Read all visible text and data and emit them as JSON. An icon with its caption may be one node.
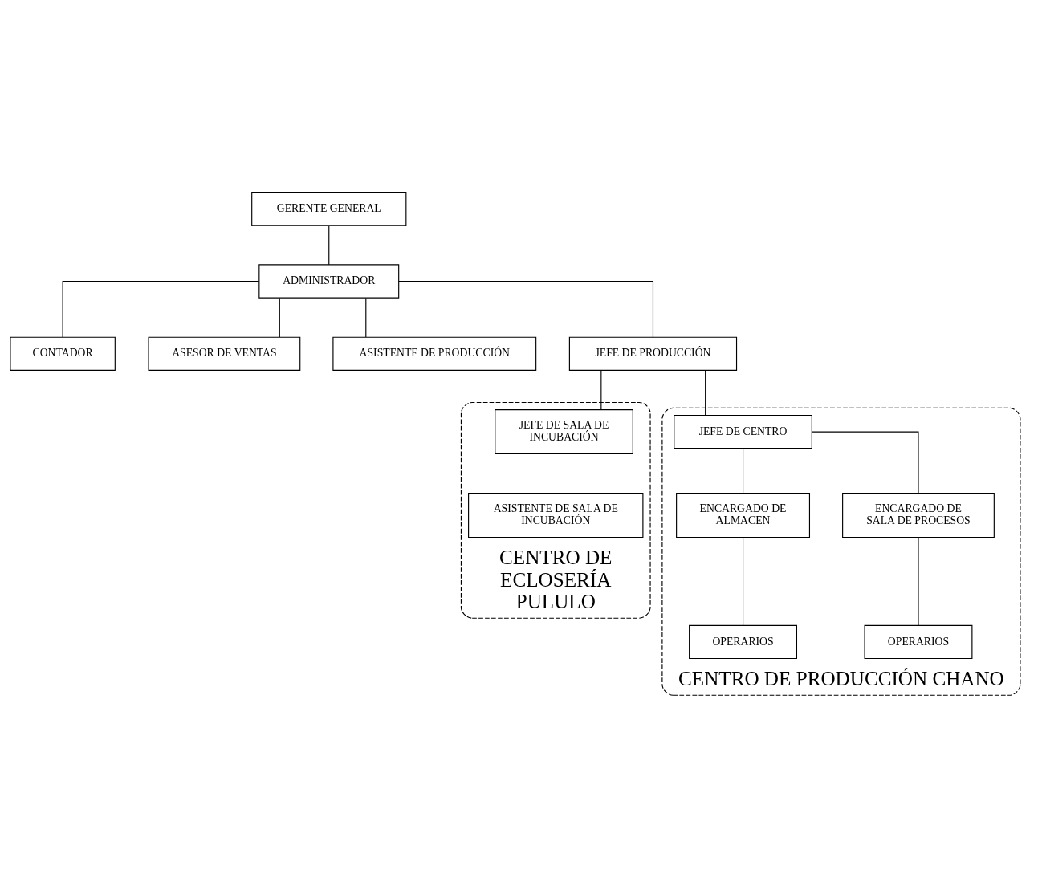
{
  "diagram": {
    "nodes": [
      {
        "text": [
          "GERENTE GENERAL"
        ]
      },
      {
        "text": [
          "ADMINISTRADOR"
        ]
      },
      {
        "text": [
          "CONTADOR"
        ]
      },
      {
        "text": [
          "ASESOR DE VENTAS"
        ]
      },
      {
        "text": [
          "ASISTENTE DE PRODUCCIÓN"
        ]
      },
      {
        "text": [
          "JEFE DE PRODUCCIÓN"
        ]
      },
      {
        "text": [
          "CENTRO DE ECLOSERÍA PULULO"
        ]
      },
      {
        "text": [
          "JEFE DE SALA DE INCUBACIÓN"
        ],
        "in": 6
      },
      {
        "text": [
          "ASISTENTE DE SALA DE INCUBACIÓN"
        ],
        "in": 6
      },
      {
        "text": [
          "CENTRO DE PRODUCCIÓN CHANO"
        ]
      },
      {
        "text": [
          "JEFE DE CENTRO"
        ],
        "in": 9
      },
      {
        "text": [
          "ENCARGADO DE ALMACEN"
        ],
        "in": 9
      },
      {
        "text": [
          "ENCARGADO DE SALA DE PROCESOS"
        ],
        "in": 9
      },
      {
        "text": [
          "OPERARIOS"
        ],
        "in": 9
      },
      {
        "text": [
          "OPERARIOS"
        ],
        "in": 9
      }
    ],
    "edges": [
      {
        "from": 0,
        "to": 1,
        "arrow": "none"
      },
      {
        "from": 1,
        "to": 2,
        "arrow": "none"
      },
      {
        "from": 1,
        "to": 3,
        "arrow": "none"
      },
      {
        "from": 1,
        "to": 4,
        "arrow": "none"
      },
      {
        "from": 1,
        "to": 5,
        "arrow": "none"
      },
      {
        "from": 5,
        "to": 7,
        "arrow": "none"
      },
      {
        "from": 5,
        "to": 10,
        "arrow": "none"
      },
      {
        "from": 10,
        "to": 11,
        "arrow": "none"
      },
      {
        "from": 10,
        "to": 12,
        "arrow": "none"
      },
      {
        "from": 11,
        "to": 13,
        "arrow": "none"
      },
      {
        "from": 12,
        "to": 14,
        "arrow": "none"
      }
    ]
  }
}
